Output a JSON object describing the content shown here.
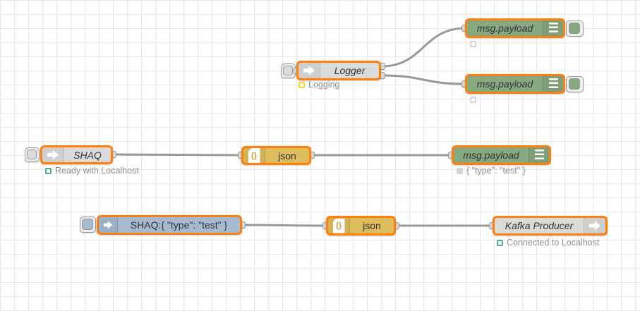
{
  "app": "node-red-flow-editor",
  "colors": {
    "selection_border": "#ff7f0e",
    "node_gray": "#dbdbdb",
    "node_debug_green": "#87a980",
    "node_json_yellow": "#debd5c",
    "node_inject_blue": "#a6bbcf",
    "wire": "#999999",
    "status_green": "#55aa88",
    "status_yellow": "#fad727",
    "status_gray": "#d3d3d3",
    "grid_line": "#e9e9e9",
    "label_text": "#333333",
    "status_text": "#8f8f8f"
  },
  "flow": {
    "logger": {
      "label": "Logger",
      "status": "Logging",
      "icon": "arrow-in-icon",
      "status_shape": "yellow-ring"
    },
    "debug1": {
      "label": "msg.payload",
      "icon": "debug-list-icon",
      "status_shape": "gray-ring"
    },
    "debug2": {
      "label": "msg.payload",
      "icon": "debug-list-icon",
      "status_shape": "gray-ring"
    },
    "shaq": {
      "label": "SHAQ",
      "status": "Ready with Localhost",
      "icon": "arrow-in-icon",
      "status_shape": "green-ring"
    },
    "json1": {
      "label": "json",
      "icon": "json-file-icon",
      "icon_glyph": "{}"
    },
    "debug3": {
      "label": "msg.payload",
      "status": "{ \"type\": \"test\" }",
      "icon": "debug-list-icon",
      "status_shape": "gray-dot"
    },
    "inject": {
      "label": "SHAQ:{ \"type\": \"test\" }",
      "icon": "arrow-in-icon"
    },
    "json2": {
      "label": "json",
      "icon": "json-file-icon",
      "icon_glyph": "{}"
    },
    "kafka": {
      "label": "Kafka Producer",
      "status": "Connected to Localhost",
      "icon": "arrow-out-icon",
      "status_shape": "green-ring"
    }
  }
}
